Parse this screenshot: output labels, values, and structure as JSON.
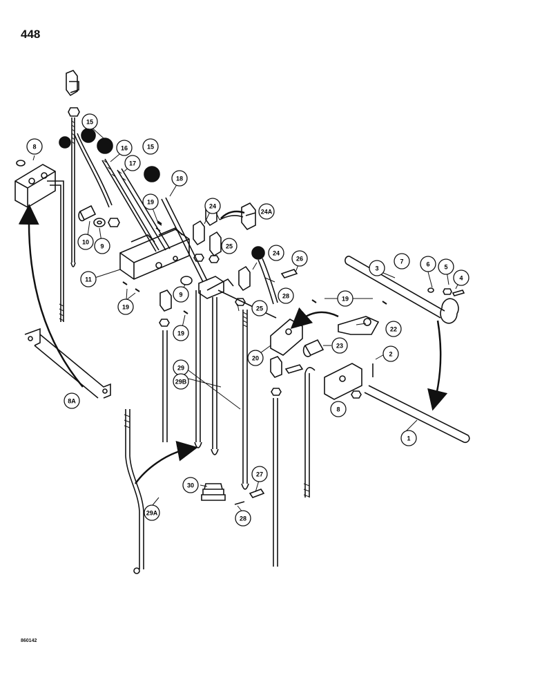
{
  "page": {
    "number": "448",
    "drawing_code": "860142"
  },
  "callouts": [
    {
      "id": "c1",
      "label": "1"
    },
    {
      "id": "c2",
      "label": "2"
    },
    {
      "id": "c3",
      "label": "3"
    },
    {
      "id": "c4",
      "label": "4"
    },
    {
      "id": "c5",
      "label": "5"
    },
    {
      "id": "c6",
      "label": "6"
    },
    {
      "id": "c7",
      "label": "7"
    },
    {
      "id": "c8a",
      "label": "8"
    },
    {
      "id": "c8b",
      "label": "8"
    },
    {
      "id": "c8A",
      "label": "8A"
    },
    {
      "id": "c9a",
      "label": "9"
    },
    {
      "id": "c9b",
      "label": "9"
    },
    {
      "id": "c10",
      "label": "10"
    },
    {
      "id": "c11",
      "label": "11"
    },
    {
      "id": "c15a",
      "label": "15"
    },
    {
      "id": "c15b",
      "label": "15"
    },
    {
      "id": "c16",
      "label": "16"
    },
    {
      "id": "c17",
      "label": "17"
    },
    {
      "id": "c18",
      "label": "18"
    },
    {
      "id": "c19a",
      "label": "19"
    },
    {
      "id": "c19b",
      "label": "19"
    },
    {
      "id": "c19c",
      "label": "19"
    },
    {
      "id": "c19d",
      "label": "19"
    },
    {
      "id": "c20",
      "label": "20"
    },
    {
      "id": "c22",
      "label": "22"
    },
    {
      "id": "c23",
      "label": "23"
    },
    {
      "id": "c24a",
      "label": "24"
    },
    {
      "id": "c24A",
      "label": "24A"
    },
    {
      "id": "c24b",
      "label": "24"
    },
    {
      "id": "c25a",
      "label": "25"
    },
    {
      "id": "c25b",
      "label": "25"
    },
    {
      "id": "c26",
      "label": "26"
    },
    {
      "id": "c27",
      "label": "27"
    },
    {
      "id": "c28a",
      "label": "28"
    },
    {
      "id": "c28b",
      "label": "28"
    },
    {
      "id": "c29",
      "label": "29"
    },
    {
      "id": "c29B",
      "label": "29B"
    },
    {
      "id": "c29A",
      "label": "29A"
    },
    {
      "id": "c30",
      "label": "30"
    }
  ]
}
